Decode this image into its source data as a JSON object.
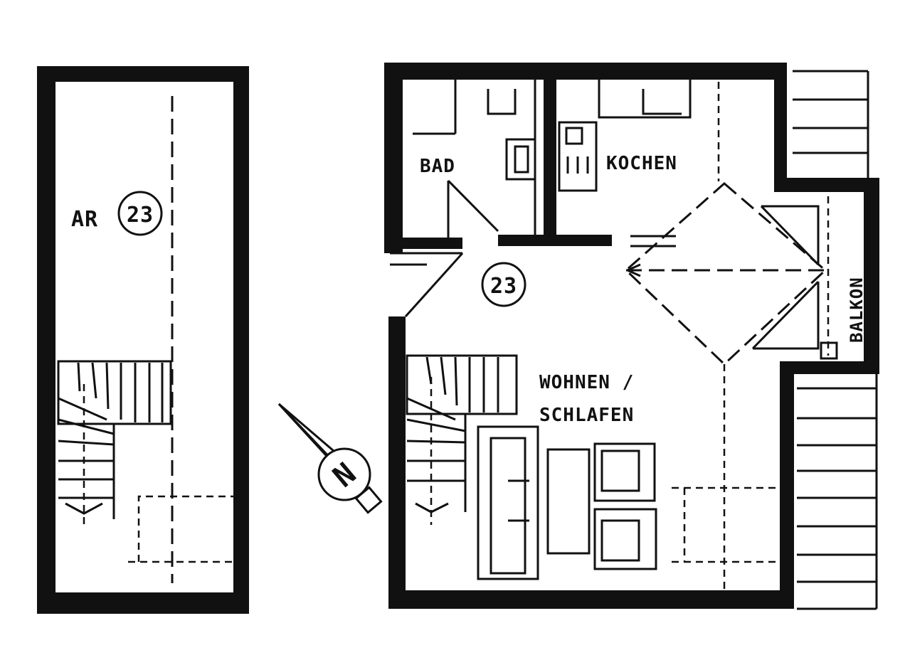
{
  "rooms": {
    "ar": "AR",
    "bad": "BAD",
    "kochen": "KOCHEN",
    "wohnen_line1": "WOHNEN /",
    "wohnen_line2": "SCHLAFEN",
    "balkon": "BALKON"
  },
  "unit_markers": {
    "left": "23",
    "right": "23"
  },
  "north": {
    "label": "N"
  }
}
